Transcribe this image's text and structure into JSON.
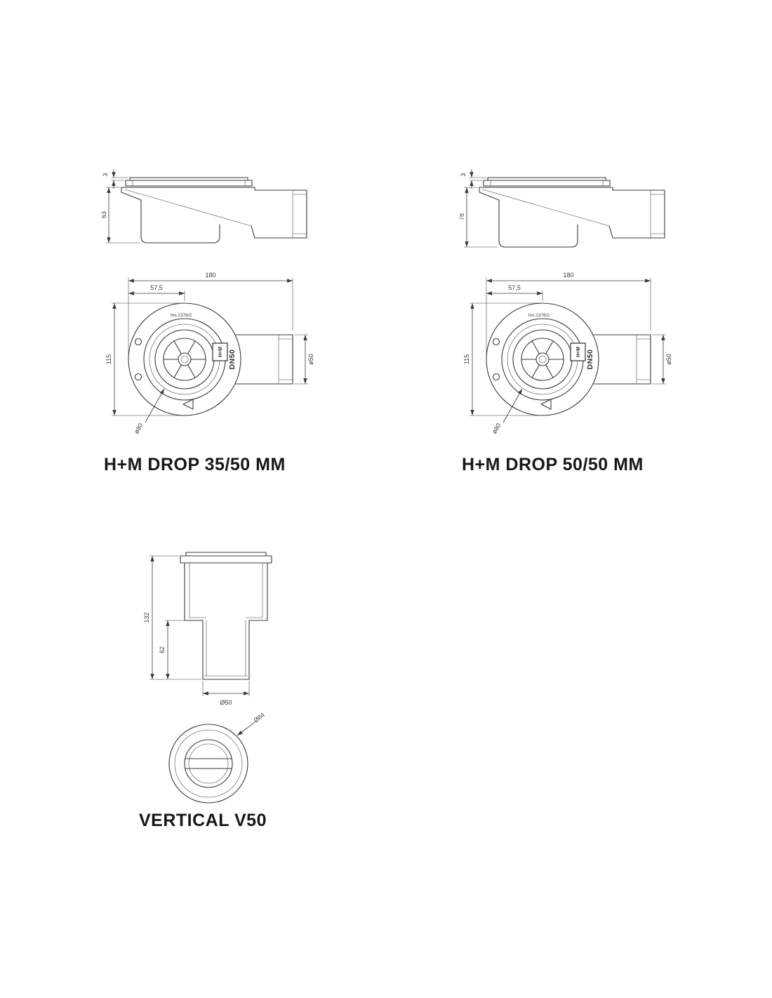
{
  "page": {
    "background": "#ffffff"
  },
  "colors": {
    "line": "#3a3a3a",
    "label": "#16161d"
  },
  "products": [
    {
      "id": "drop-35-50",
      "title": "H+M DROP 35/50 MM",
      "side_view": {
        "flange_thickness": "3",
        "height": "63"
      },
      "top_view": {
        "overall_width": "180",
        "drain_offset": "57,5",
        "body_height": "115",
        "outlet_diameter": "ø50",
        "flange_diameter": "ø80",
        "spec": "DN50",
        "logo": "H+M",
        "cast_mark": "Ins.1378/2"
      }
    },
    {
      "id": "drop-50-50",
      "title": "H+M DROP 50/50 MM",
      "side_view": {
        "flange_thickness": "3",
        "height": "78"
      },
      "top_view": {
        "overall_width": "180",
        "drain_offset": "57,5",
        "body_height": "115",
        "outlet_diameter": "ø50",
        "flange_diameter": "ø80",
        "spec": "DN50",
        "logo": "H+M",
        "cast_mark": "Ins.1378/2"
      }
    },
    {
      "id": "vertical-v50",
      "title": "VERTICAL V50",
      "side_view": {
        "total_height": "132",
        "pipe_length": "62",
        "pipe_diameter": "Ø50"
      },
      "top_view": {
        "flange_diameter": "Ø84"
      }
    }
  ]
}
